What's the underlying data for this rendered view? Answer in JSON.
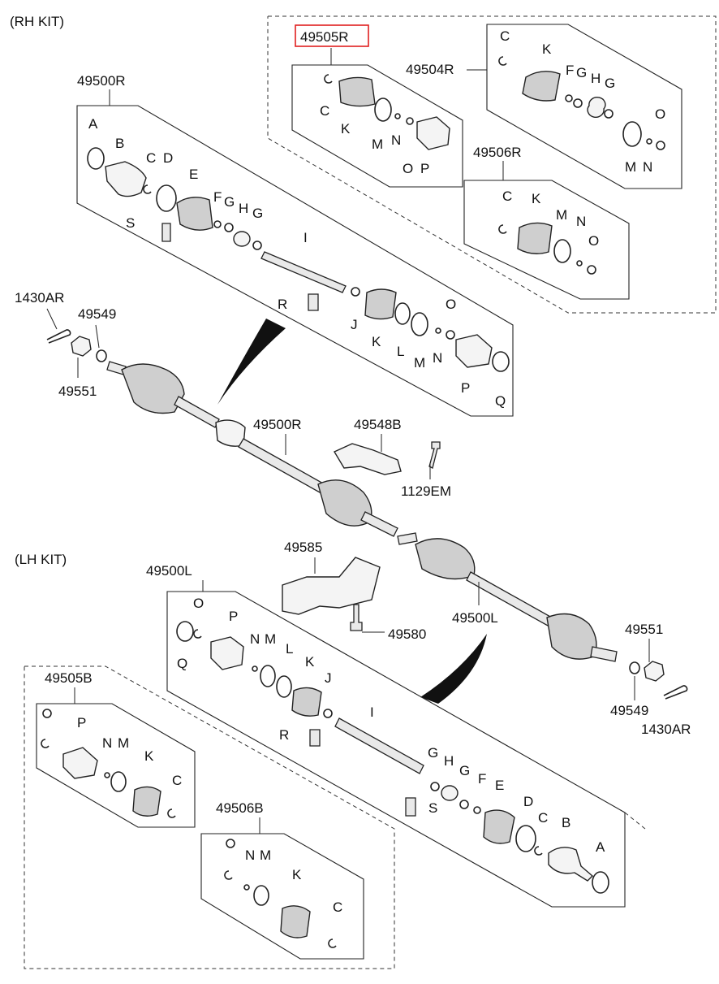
{
  "kits": {
    "rh": "(RH KIT)",
    "lh": "(LH KIT)"
  },
  "highlight": {
    "part": "49505R",
    "color": "#e02020"
  },
  "part_numbers": {
    "rh_boot_kit": "49505R",
    "rh_kit_inner": "49504R",
    "rh_kit_small": "49506R",
    "rh_shaft_assy_top": "49500R",
    "cotter_pin_left": "1430AR",
    "washer_left": "49549",
    "nut_left": "49551",
    "rh_shaft_assy_mid": "49500R",
    "bracket_small": "49548B",
    "bolt_small": "1129EM",
    "lh_kit": "(LH KIT)",
    "lh_shaft_assy_box": "49500L",
    "bracket_large": "49585",
    "bolt_large": "49580",
    "lh_shaft_assy_mid": "49500L",
    "nut_right": "49551",
    "washer_right": "49549",
    "cotter_pin_right": "1430AR",
    "lh_boot_kit": "49505B",
    "lh_kit_small": "49506B"
  },
  "letters": {
    "A": "A",
    "B": "B",
    "C": "C",
    "D": "D",
    "E": "E",
    "F": "F",
    "G": "G",
    "H": "H",
    "I": "I",
    "J": "J",
    "K": "K",
    "L": "L",
    "M": "M",
    "N": "N",
    "O": "O",
    "P": "P",
    "Q": "Q",
    "R": "R",
    "S": "S"
  }
}
